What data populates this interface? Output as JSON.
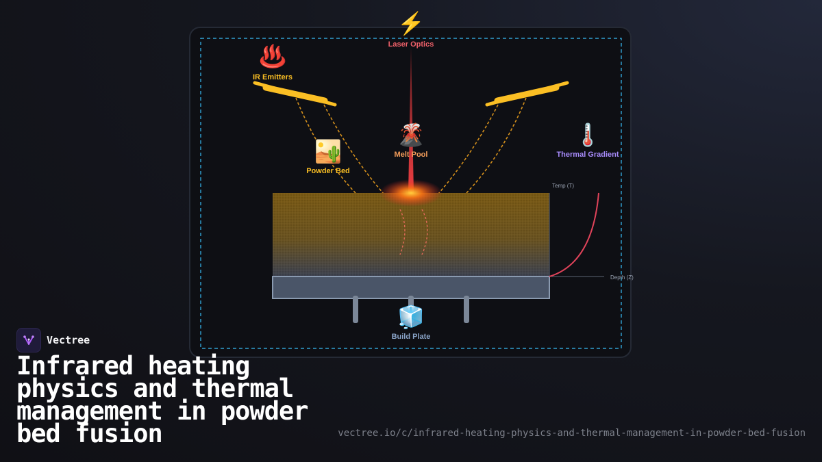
{
  "diagram": {
    "labels": {
      "laser_optics": "Laser Optics",
      "ir_emitters": "IR Emitters",
      "melt_pool": "Melt Pool",
      "powder_bed": "Powder Bed",
      "thermal_gradient": "Thermal Gradient",
      "build_plate": "Build Plate"
    },
    "icons": {
      "laser_optics": "⚡",
      "ir_emitters": "♨️",
      "melt_pool": "🌋",
      "powder_bed": "🏜️",
      "thermal_gradient": "🌡️",
      "build_plate": "🧊"
    },
    "axes": {
      "temp": "Temp (T)",
      "depth": "Depth (Z)"
    },
    "colors": {
      "laser": "#e5383b",
      "emitter": "#fbbf24",
      "melt_pool_label": "#f59e5b",
      "powder_label": "#fbbf24",
      "gradient_label": "#a78bfa",
      "build_plate_label": "#8aa4c8",
      "gradient_curve": "#e0435a",
      "dashed_border": "#38bdf8"
    }
  },
  "brand": {
    "name": "Vectree"
  },
  "title": "Infrared heating physics and thermal management in powder bed fusion",
  "url": "vectree.io/c/infrared-heating-physics-and-thermal-management-in-powder-bed-fusion"
}
